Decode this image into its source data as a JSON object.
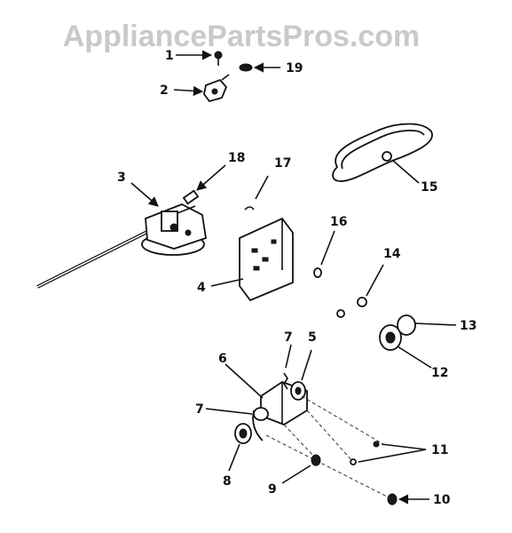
{
  "watermark": "AppliancePartsPros.com",
  "callouts": {
    "c1": "1",
    "c2": "2",
    "c3": "3",
    "c4": "4",
    "c5": "5",
    "c6": "6",
    "c7a": "7",
    "c7b": "7",
    "c8": "8",
    "c9": "9",
    "c10": "10",
    "c11": "11",
    "c12": "12",
    "c13": "13",
    "c14": "14",
    "c15": "15",
    "c16": "16",
    "c17": "17",
    "c18": "18",
    "c19": "19"
  }
}
